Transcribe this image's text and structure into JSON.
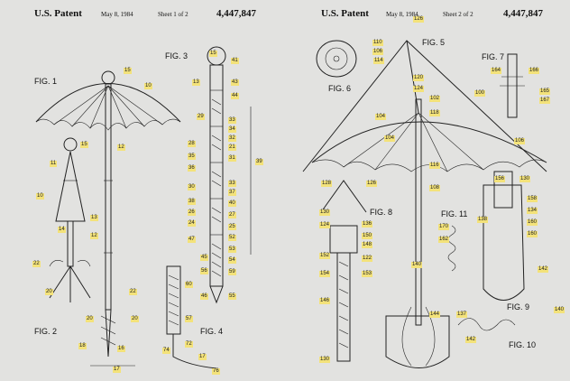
{
  "sheets": [
    {
      "header": {
        "left": "U.S. Patent",
        "date": "May 8, 1984",
        "sheet": "Sheet 1 of 2",
        "number": "4,447,847"
      },
      "figures": [
        "FIG. 1",
        "FIG. 2",
        "FIG. 3",
        "FIG. 4"
      ]
    },
    {
      "header": {
        "left": "U.S. Patent",
        "date": "May 8, 1984",
        "sheet": "Sheet 2 of 2",
        "number": "4,447,847"
      },
      "figures": [
        "FIG. 5",
        "FIG. 6",
        "FIG. 7",
        "FIG. 8",
        "FIG. 9",
        "FIG. 10",
        "FIG. 11"
      ]
    }
  ],
  "refs_left": [
    "15",
    "15",
    "15",
    "10",
    "12",
    "13",
    "12",
    "14",
    "10",
    "11",
    "22",
    "22",
    "20",
    "20",
    "20",
    "18",
    "17",
    "16",
    "41",
    "43",
    "44",
    "13",
    "29",
    "33",
    "34",
    "32",
    "21",
    "28",
    "31",
    "33",
    "37",
    "30",
    "35",
    "36",
    "38",
    "39",
    "40",
    "26",
    "27",
    "24",
    "25",
    "47",
    "52",
    "53",
    "54",
    "59",
    "46",
    "55",
    "60",
    "45",
    "56",
    "57",
    "72",
    "76",
    "74",
    "17"
  ],
  "refs_right": [
    "126",
    "110",
    "106",
    "114",
    "124",
    "120",
    "100",
    "104",
    "102",
    "118",
    "106",
    "104",
    "116",
    "108",
    "128",
    "126",
    "136",
    "130",
    "124",
    "148",
    "122",
    "150",
    "162",
    "164",
    "165",
    "167",
    "166",
    "152",
    "154",
    "153",
    "140",
    "130",
    "134",
    "160",
    "138",
    "142",
    "170",
    "156",
    "158",
    "160",
    "140",
    "142",
    "146",
    "144",
    "130",
    "137"
  ],
  "fig_labels_right": [
    "FIG. 5",
    "FIG. 6",
    "FIG. 7",
    "FIG. 8",
    "FIG. 9",
    "FIG. 10",
    "FIG. 11"
  ]
}
